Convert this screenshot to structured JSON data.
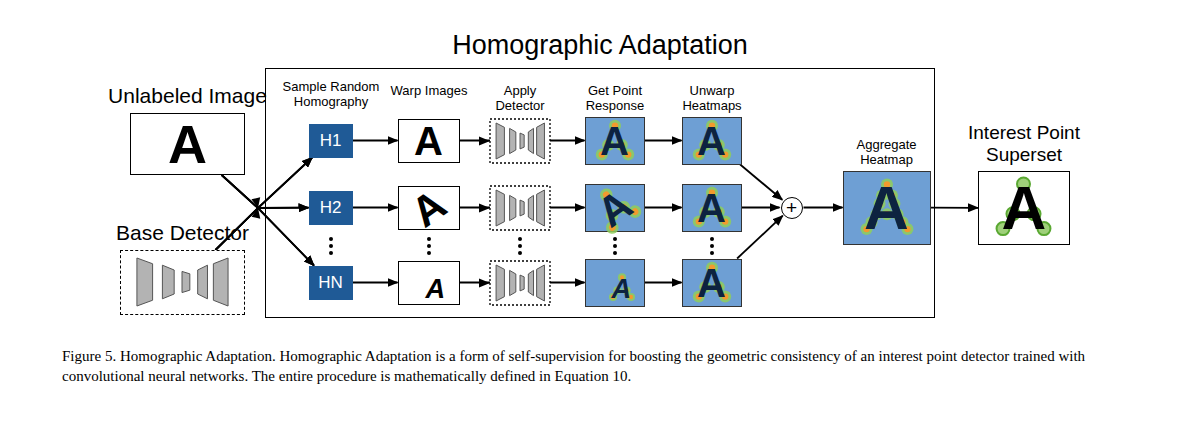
{
  "diagram": {
    "caption": "Figure 5. Homographic Adaptation. Homographic Adaptation is a form of self-supervision for boosting the geometric consistency of an interest point detector trained with convolutional neural networks. The entire procedure is mathematically defined in Equation 10.",
    "nodes": [
      {
        "text": [
          "Homographic Adaptation"
        ]
      },
      {
        "text": [
          "Unlabeled Image",
          "A"
        ]
      },
      {
        "text": [
          "Base Detector"
        ]
      },
      {
        "text": [
          "H1"
        ],
        "in": 0
      },
      {
        "text": [
          "A"
        ],
        "in": 0
      },
      {
        "text": [
          "A"
        ],
        "in": 0
      },
      {
        "text": [
          "A"
        ],
        "in": 0
      },
      {
        "text": [
          "H2"
        ],
        "in": 0
      },
      {
        "text": [
          "A"
        ],
        "in": 0
      },
      {
        "text": [
          "A"
        ],
        "in": 0
      },
      {
        "text": [
          "A"
        ],
        "in": 0
      },
      {
        "text": [
          "HN"
        ],
        "in": 0
      },
      {
        "text": [
          "A"
        ],
        "in": 0
      },
      {
        "text": [
          "A"
        ],
        "in": 0
      },
      {
        "text": [
          "A"
        ],
        "in": 0
      },
      {
        "text": [
          "+"
        ],
        "in": 0
      },
      {
        "text": [
          "Aggregate Heatmap",
          "A"
        ],
        "in": 0
      },
      {
        "text": [
          "Interest Point Superset",
          "A"
        ]
      }
    ],
    "edges": [
      {
        "from": 1,
        "to": 3,
        "arrow": "to"
      },
      {
        "from": 1,
        "to": 7,
        "arrow": "to"
      },
      {
        "from": 1,
        "to": 11,
        "arrow": "to"
      },
      {
        "from": 2,
        "to": 3,
        "arrow": "to"
      },
      {
        "from": 2,
        "to": 7,
        "arrow": "to"
      },
      {
        "from": 2,
        "to": 11,
        "arrow": "to"
      },
      {
        "from": 3,
        "to": 4,
        "arrow": "to"
      },
      {
        "from": 7,
        "to": 8,
        "arrow": "to"
      },
      {
        "from": 11,
        "to": 12,
        "arrow": "to"
      },
      {
        "from": 4,
        "to": 5,
        "arrow": "to"
      },
      {
        "from": 8,
        "to": 9,
        "arrow": "to"
      },
      {
        "from": 12,
        "to": 13,
        "arrow": "to"
      },
      {
        "from": 5,
        "to": 6,
        "arrow": "to"
      },
      {
        "from": 9,
        "to": 10,
        "arrow": "to"
      },
      {
        "from": 13,
        "to": 14,
        "arrow": "to"
      },
      {
        "from": 6,
        "to": 15,
        "arrow": "to"
      },
      {
        "from": 10,
        "to": 15,
        "arrow": "to"
      },
      {
        "from": 14,
        "to": 15,
        "arrow": "to"
      },
      {
        "from": 15,
        "to": 16,
        "arrow": "to"
      },
      {
        "from": 16,
        "to": 17,
        "arrow": "to"
      }
    ],
    "labels": [
      "Sample Random Homography",
      "Warp Images",
      "Apply Detector",
      "Get Point Response",
      "Unwarp Heatmaps"
    ]
  }
}
